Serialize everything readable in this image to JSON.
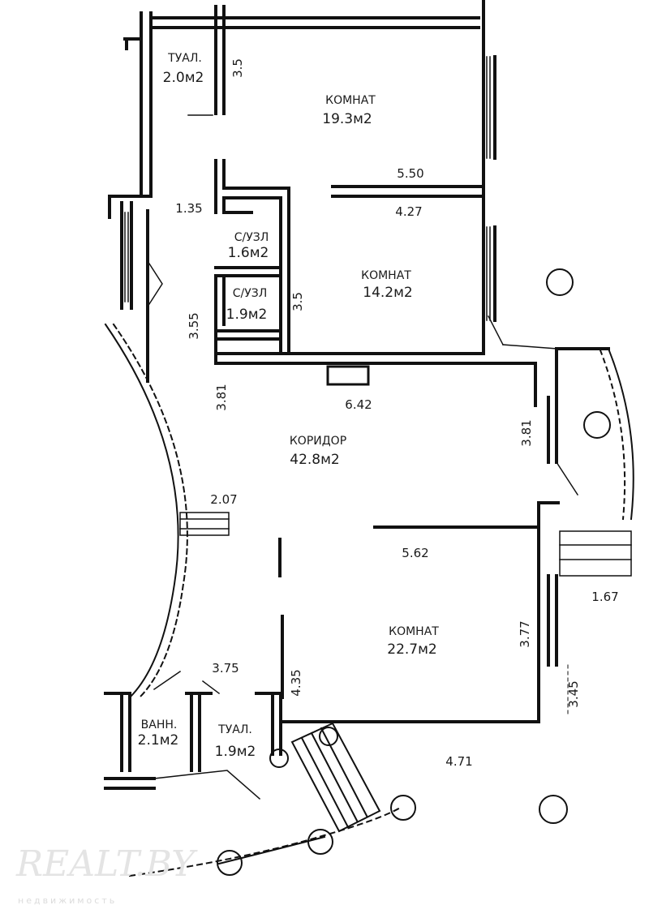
{
  "rooms": {
    "wc_top": {
      "name": "ТУАЛ.",
      "area": "2.0м2"
    },
    "room1": {
      "name": "КОМНАТ",
      "area": "19.3м2"
    },
    "room2": {
      "name": "КОМНАТ",
      "area": "14.2м2"
    },
    "storage1": {
      "name": "С/УЗЛ",
      "area": "1.6м2"
    },
    "storage2": {
      "name": "С/УЗЛ",
      "area": "1.9м2"
    },
    "corridor": {
      "name": "КОРИДОР",
      "area": "42.8м2"
    },
    "room3": {
      "name": "КОМНАТ",
      "area": "22.7м2"
    },
    "bath": {
      "name": "ВАНН.",
      "area": "2.1м2"
    },
    "wc_bottom": {
      "name": "ТУАЛ.",
      "area": "1.9м2"
    }
  },
  "dimensions": {
    "d_wc_top_v": "3.5",
    "d_room1_w": "5.50",
    "d_room2_w": "4.27",
    "d_small_h": "1.35",
    "d_storage_v": "3.5",
    "d_left_v": "3.55",
    "d_corridor_left_v": "3.81",
    "d_corridor_w": "6.42",
    "d_corridor_right_v": "3.81",
    "d_entry": "2.07",
    "d_room3_w": "5.62",
    "d_balcony": "1.67",
    "d_room3_v": "3.77",
    "d_bath_w": "3.75",
    "d_center_v": "4.35",
    "d_corner_v": "3.45",
    "d_bottom": "4.71"
  },
  "watermark": {
    "brand": "REALT.BY",
    "tagline": "недвижимость"
  }
}
